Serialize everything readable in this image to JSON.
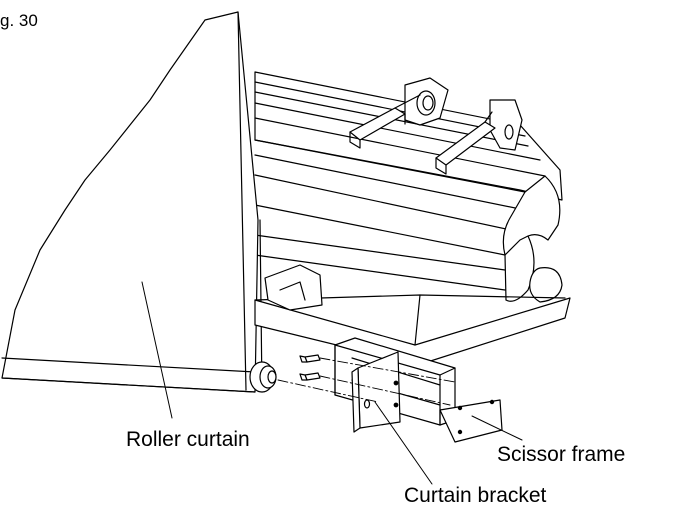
{
  "figure": {
    "label": "g. 30"
  },
  "callouts": {
    "roller_curtain": "Roller curtain",
    "scissor_frame": "Scissor frame",
    "curtain_bracket": "Curtain bracket"
  },
  "colors": {
    "line": "#000000",
    "background": "#ffffff"
  }
}
